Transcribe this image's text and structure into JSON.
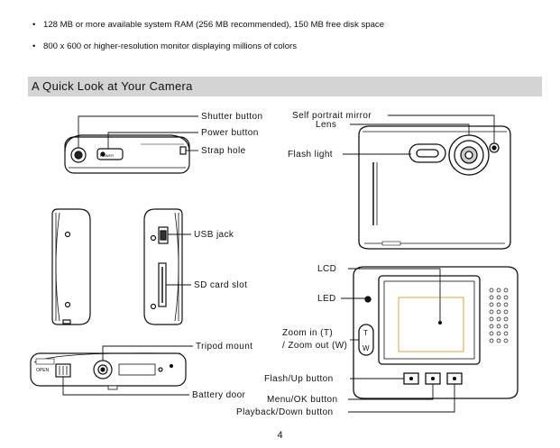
{
  "bullets": [
    "128 MB or more available system RAM (256 MB recommended), 150 MB free disk space",
    "800 x 600 or higher-resolution monitor displaying millions of colors"
  ],
  "section_title": "A Quick Look at Your Camera",
  "labels": {
    "shutter_button": "Shutter button",
    "power_button": "Power button",
    "strap_hole": "Strap hole",
    "self_portrait_mirror": "Self portrait mirror",
    "lens": "Lens",
    "flash_light": "Flash light",
    "usb_jack": "USB jack",
    "sd_card_slot": "SD card slot",
    "tripod_mount": "Tripod mount",
    "battery_door": "Battery door",
    "lcd": "LCD",
    "led": "LED",
    "zoom_in": "Zoom in (T)",
    "zoom_out": "/ Zoom out (W)",
    "flash_up_button": "Flash/Up button",
    "menu_ok_button": "Menu/OK button",
    "playback_down_button": "Playback/Down button"
  },
  "device_markings": {
    "power": "POWER",
    "zoom_t": "T",
    "zoom_w": "W",
    "open": "OPEN"
  },
  "page_number": "4"
}
